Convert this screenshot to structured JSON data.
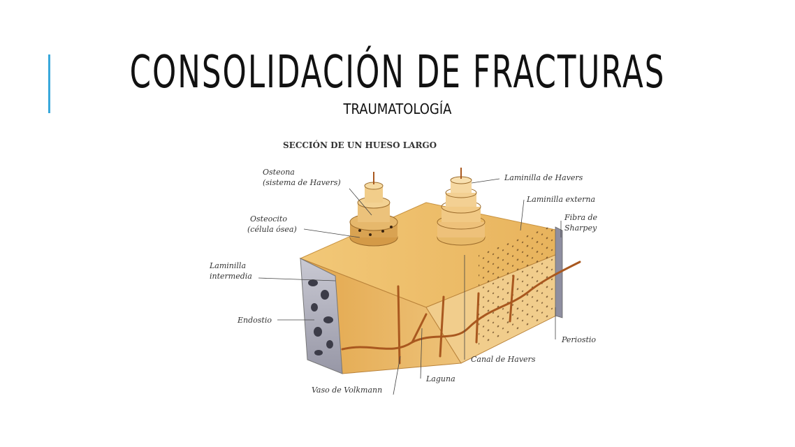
{
  "slide": {
    "title": "CONSOLIDACIÓN DE FRACTURAS",
    "subtitle": "TRAUMATOLOGÍA",
    "accent_color": "#39a8db"
  },
  "diagram": {
    "title": "SECCIÓN DE UN HUESO LARGO",
    "labels": {
      "osteona_1": "Osteona",
      "osteona_2": "(sistema de Havers)",
      "osteocito_1": "Osteocito",
      "osteocito_2": "(célula ósea)",
      "laminilla_intermedia_1": "Laminilla",
      "laminilla_intermedia_2": "intermedia",
      "endostio": "Endostio",
      "vaso_volkmann": "Vaso de Volkmann",
      "laguna": "Laguna",
      "canal_havers": "Canal de Havers",
      "periostio": "Periostio",
      "laminilla_havers": "Laminilla de Havers",
      "laminilla_externa": "Laminilla externa",
      "fibra_sharpey_1": "Fibra de",
      "fibra_sharpey_2": "Sharpey"
    }
  }
}
